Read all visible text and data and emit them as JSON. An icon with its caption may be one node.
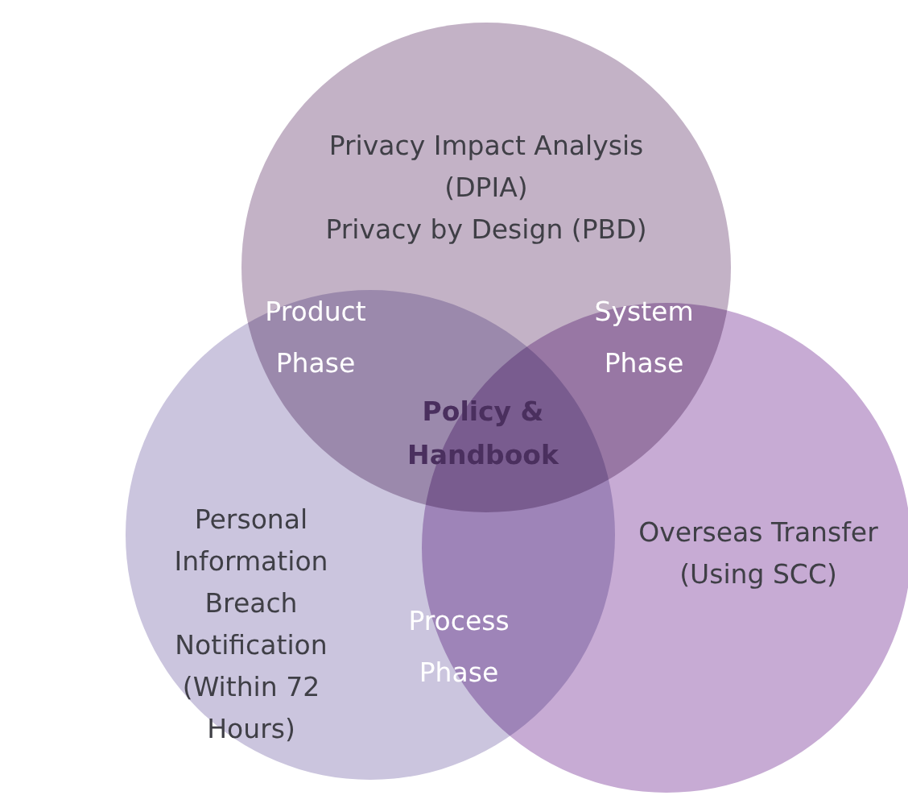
{
  "diagram": {
    "nodes": [
      {
        "text": [
          "Privacy Impact Analysis (DPIA)",
          "Privacy by Design (PBD)"
        ]
      },
      {
        "text": [
          "Personal Information Breach Notification (Within 72 Hours)"
        ]
      },
      {
        "text": [
          "Overseas Transfer (Using SCC)"
        ]
      }
    ],
    "labels": [
      "Product Phase",
      "System Phase",
      "Policy & Handbook",
      "Process Phase"
    ]
  }
}
